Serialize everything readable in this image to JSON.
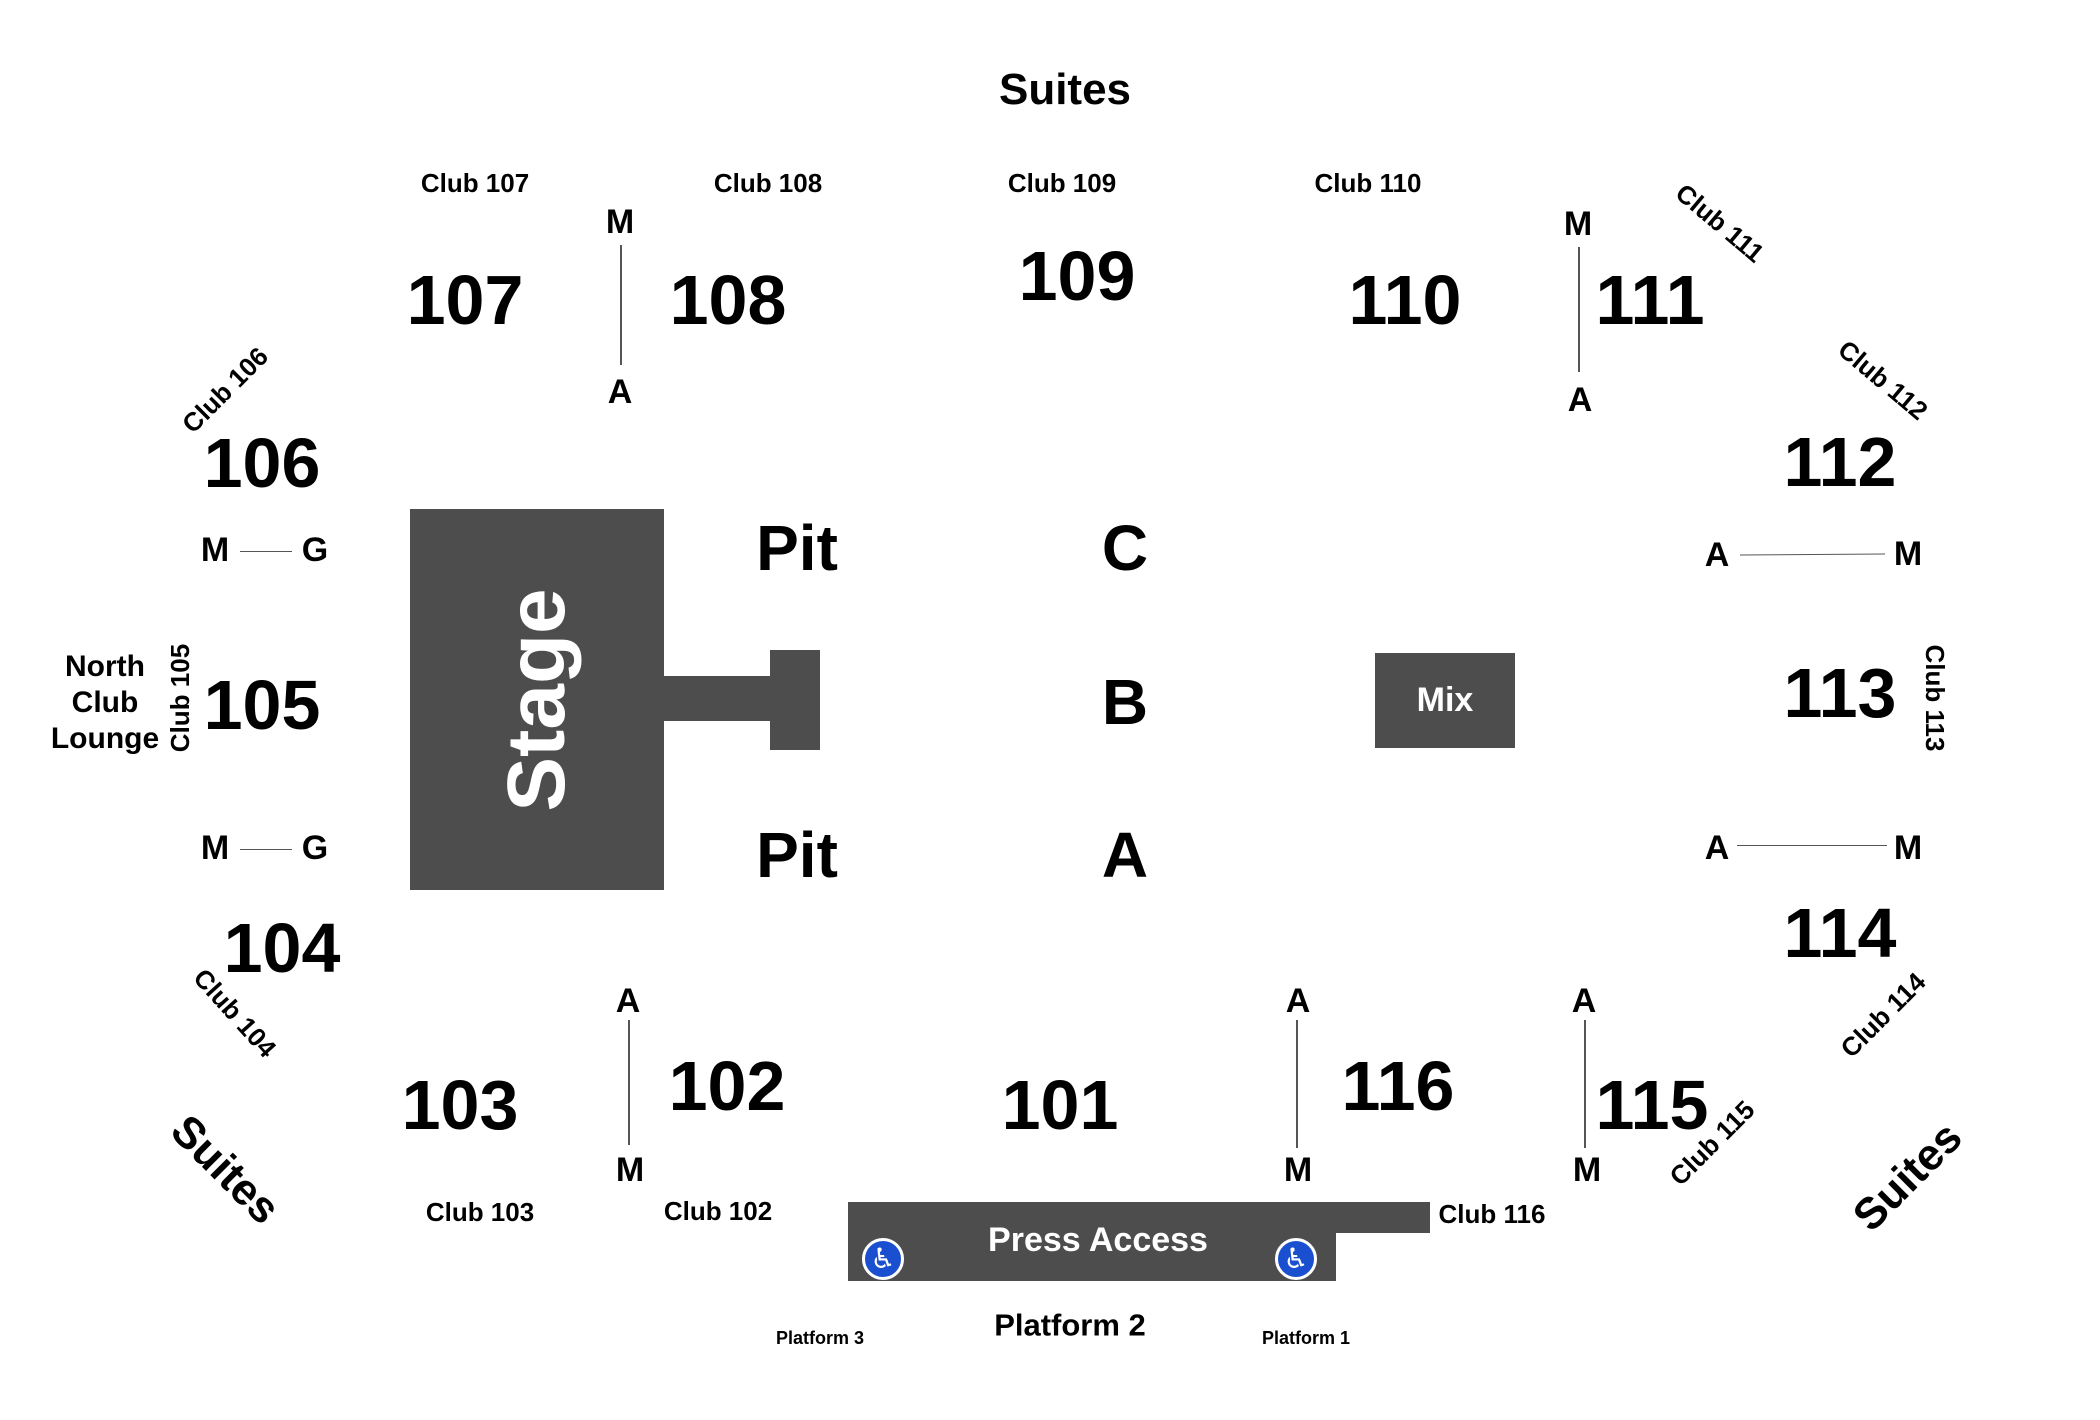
{
  "header": {
    "suites": "Suites"
  },
  "clubs": {
    "c102": "Club 102",
    "c103": "Club 103",
    "c104": "Club 104",
    "c105": "Club 105",
    "c106": "Club 106",
    "c107": "Club 107",
    "c108": "Club 108",
    "c109": "Club 109",
    "c110": "Club 110",
    "c111": "Club 111",
    "c112": "Club 112",
    "c113": "Club 113",
    "c114": "Club 114",
    "c115": "Club 115",
    "c116": "Club 116"
  },
  "sections": {
    "s101": "101",
    "s102": "102",
    "s103": "103",
    "s104": "104",
    "s105": "105",
    "s106": "106",
    "s107": "107",
    "s108": "108",
    "s109": "109",
    "s110": "110",
    "s111": "111",
    "s112": "112",
    "s113": "113",
    "s114": "114",
    "s115": "115",
    "s116": "116"
  },
  "rows": {
    "a": "A",
    "m": "M",
    "g": "G"
  },
  "floor": {
    "stage": "Stage",
    "pit": "Pit",
    "a": "A",
    "b": "B",
    "c": "C",
    "mix": "Mix"
  },
  "lounge": "North Club Lounge",
  "corner_suites": "Suites",
  "press": "Press Access",
  "platforms": {
    "p1": "Platform 1",
    "p2": "Platform 2",
    "p3": "Platform 3"
  },
  "icons": {
    "accessible": "wheelchair-icon"
  },
  "colors": {
    "fill": "#4d4d4d",
    "accessible": "#1a4fd0"
  }
}
